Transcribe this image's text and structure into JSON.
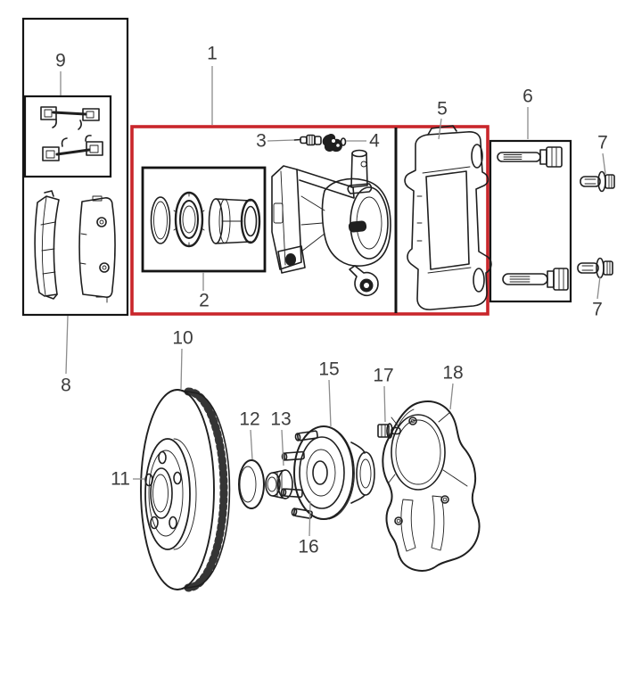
{
  "colors": {
    "ink": "#1f1f1f",
    "label_text": "#3c3c3c",
    "leader_line": "#8c8c8c",
    "highlight_red": "#c9262b",
    "background": "#ffffff"
  },
  "figure": {
    "type": "exploded-parts-diagram",
    "callouts": {
      "c1": "1",
      "c2": "2",
      "c3": "3",
      "c4": "4",
      "c5": "5",
      "c6": "6",
      "c7_upper": "7",
      "c7_lower": "7",
      "c8": "8",
      "c9": "9",
      "c10": "10",
      "c11": "11",
      "c12": "12",
      "c13": "13",
      "c15": "15",
      "c16": "16",
      "c17": "17",
      "c18": "18"
    }
  }
}
